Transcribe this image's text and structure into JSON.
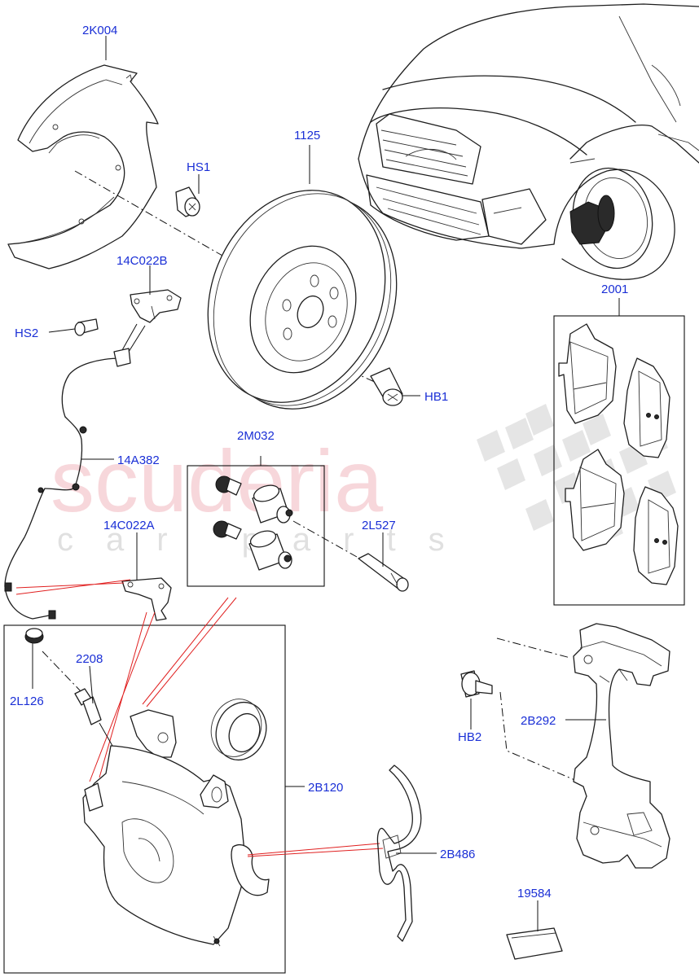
{
  "watermark": {
    "main": "scuderia",
    "sub": "car parts"
  },
  "callouts": {
    "p2K004": "2K004",
    "pHS1": "HS1",
    "p1125": "1125",
    "p14C022B": "14C022B",
    "pHS2": "HS2",
    "pHB1": "HB1",
    "p2001": "2001",
    "p2M032": "2M032",
    "p14A382": "14A382",
    "p2L527": "2L527",
    "p14C022A": "14C022A",
    "p2208": "2208",
    "p2L126": "2L126",
    "pHB2": "HB2",
    "p2B292": "2B292",
    "p2B120": "2B120",
    "p2B486": "2B486",
    "p19584": "19584"
  },
  "colors": {
    "label": "#1a2fd6",
    "leader_red": "#e02020",
    "line": "#1e1e1e"
  }
}
